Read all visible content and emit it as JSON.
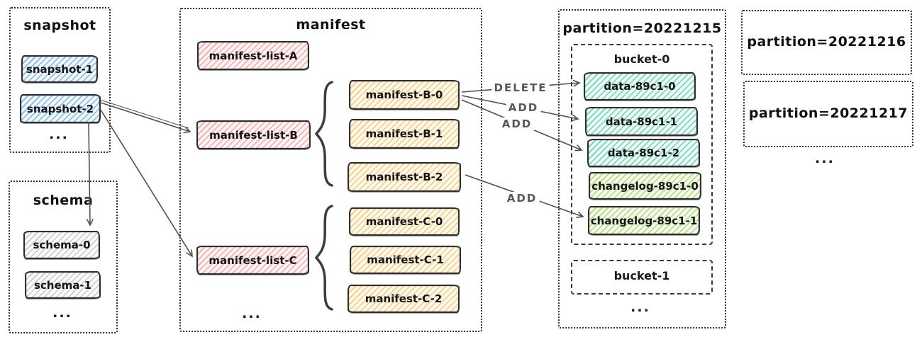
{
  "snapshot": {
    "title": "snapshot",
    "items": [
      "snapshot-1",
      "snapshot-2"
    ],
    "ellipsis": "..."
  },
  "schema": {
    "title": "schema",
    "items": [
      "schema-0",
      "schema-1"
    ],
    "ellipsis": "..."
  },
  "manifest": {
    "title": "manifest",
    "lists": [
      "manifest-list-A",
      "manifest-list-B",
      "manifest-list-C"
    ],
    "group_b": [
      "manifest-B-0",
      "manifest-B-1",
      "manifest-B-2"
    ],
    "group_c": [
      "manifest-C-0",
      "manifest-C-1",
      "manifest-C-2"
    ],
    "ellipsis": "..."
  },
  "partition_20221215": {
    "title": "partition=20221215",
    "bucket0": {
      "title": "bucket-0",
      "data_files": [
        "data-89c1-0",
        "data-89c1-1",
        "data-89c1-2"
      ],
      "changelog_files": [
        "changelog-89c1-0",
        "changelog-89c1-1"
      ]
    },
    "bucket1": {
      "title": "bucket-1"
    },
    "ellipsis": "..."
  },
  "partition_20221216": {
    "title": "partition=20221216"
  },
  "partition_20221217": {
    "title": "partition=20221217"
  },
  "partitions_ellipsis": "...",
  "edge_labels": {
    "delete": "DELETE",
    "add_1": "ADD",
    "add_2": "ADD",
    "add_3": "ADD"
  },
  "colors": {
    "snapshot_fill": "#6daee4",
    "manifest_list_fill": "#f49c9c",
    "manifest_fill": "#f6c56b",
    "data_fill": "#60d0af",
    "changelog_fill": "#a7d86a",
    "schema_fill": "#bebebe",
    "stroke": "#2e2e2e",
    "arrow": "#4f4f4f"
  }
}
